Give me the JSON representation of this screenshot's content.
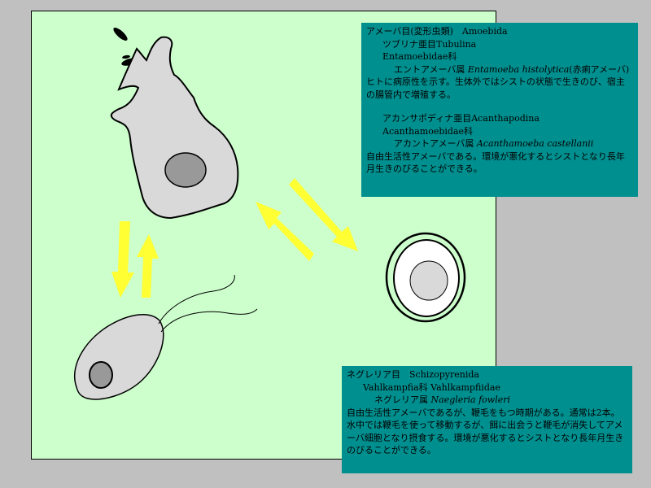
{
  "amoebida": {
    "order": "アメーバ目(変形虫類)　Amoebida",
    "suborder": "ツブリナ亜目Tubulina",
    "family": "Entamoebidae科",
    "genus_ja": "エントアメーバ属",
    "species": "Entamoeba histolytica",
    "species_suffix": "(赤痢アメーバ)",
    "description": "ヒトに病原性を示す。生体外ではシストの状態で生きのび、宿主の腸管内で増殖する。",
    "suborder2": "アカンサポディナ亜目Acanthapodina",
    "family2": "Acanthamoebidae科",
    "genus2_ja": "アカントアメーバ属",
    "species2": "Acanthamoeba castellanii",
    "description2": "自由生活性アメーバである。環境が悪化するとシストとなり長年月生きのびることができる。"
  },
  "naegleria": {
    "order": "ネグレリア目　Schizopyrenida",
    "family": "Vahlkampfia科 Vahlkampfiidae",
    "genus_ja": "ネグレリア属",
    "species": "Naegleria fowleri",
    "description": "自由生活性アメーバであるが、鞭毛をもつ時期がある。通常は2本。水中では鞭毛を使って移動するが、餌に出会うと鞭毛が消失してアメーバ細胞となり摂食する。環境が悪化するとシストとなり長年月生きのびることができる。"
  },
  "colors": {
    "panel_bg": "#ccffcc",
    "box_bg": "#008f8f",
    "cell_fill": "#d9d9d9",
    "nucleus_fill": "#999999",
    "arrow": "#ffff33"
  },
  "icons": [
    "amoeba-trophozoite",
    "cyst",
    "flagellate-form",
    "transition-arrow"
  ]
}
